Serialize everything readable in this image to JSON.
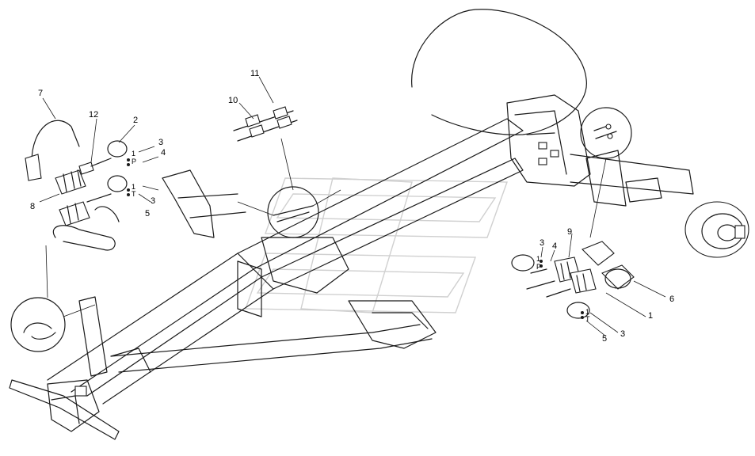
{
  "callouts": {
    "c1": "1",
    "c2": "2",
    "c3": "3",
    "c4": "4",
    "c5": "5",
    "c6": "6",
    "c7": "7",
    "c8": "8",
    "c9": "9",
    "c10": "10",
    "c11": "11",
    "c12": "12"
  },
  "mini_labels": {
    "one": "1",
    "p": "P",
    "t": "T"
  },
  "colors": {
    "line": "#1a1a1a",
    "background": "#ffffff",
    "watermark": "#d0d0d0"
  }
}
